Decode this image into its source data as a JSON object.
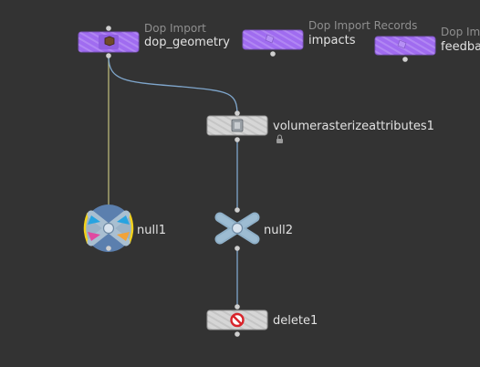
{
  "nodes": {
    "dop_geometry": {
      "type_label": "Dop Import",
      "name": "dop_geometry"
    },
    "impacts": {
      "type_label": "Dop Import Records",
      "name": "impacts"
    },
    "feedback": {
      "type_label": "Dop Imp",
      "name": "feedba"
    },
    "volumerasterize": {
      "name": "volumerasterizeattributes1",
      "locked": true
    },
    "null1": {
      "name": "null1"
    },
    "null2": {
      "name": "null2"
    },
    "delete1": {
      "name": "delete1"
    }
  },
  "colors": {
    "background": "#333333",
    "dop_node": "#a06cf0",
    "sop_node": "#d6d6d6",
    "null_node": "#8fb0c8",
    "wire_yellow": "#b8b67a",
    "wire_blue": "#7fa6cc",
    "selected_outline": "#f3d21b"
  }
}
